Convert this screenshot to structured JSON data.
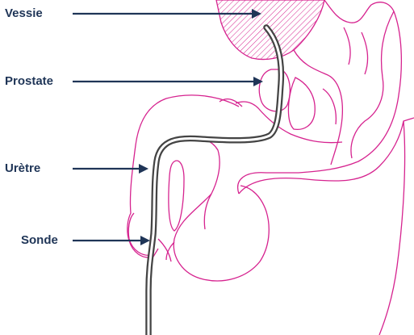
{
  "labels": {
    "vessie": "Vessie",
    "prostate": "Prostate",
    "uretre": "Urètre",
    "sonde": "Sonde"
  },
  "colors": {
    "anatomy": "#d6238f",
    "arrow": "#1f3557",
    "catheter": "#444444"
  }
}
